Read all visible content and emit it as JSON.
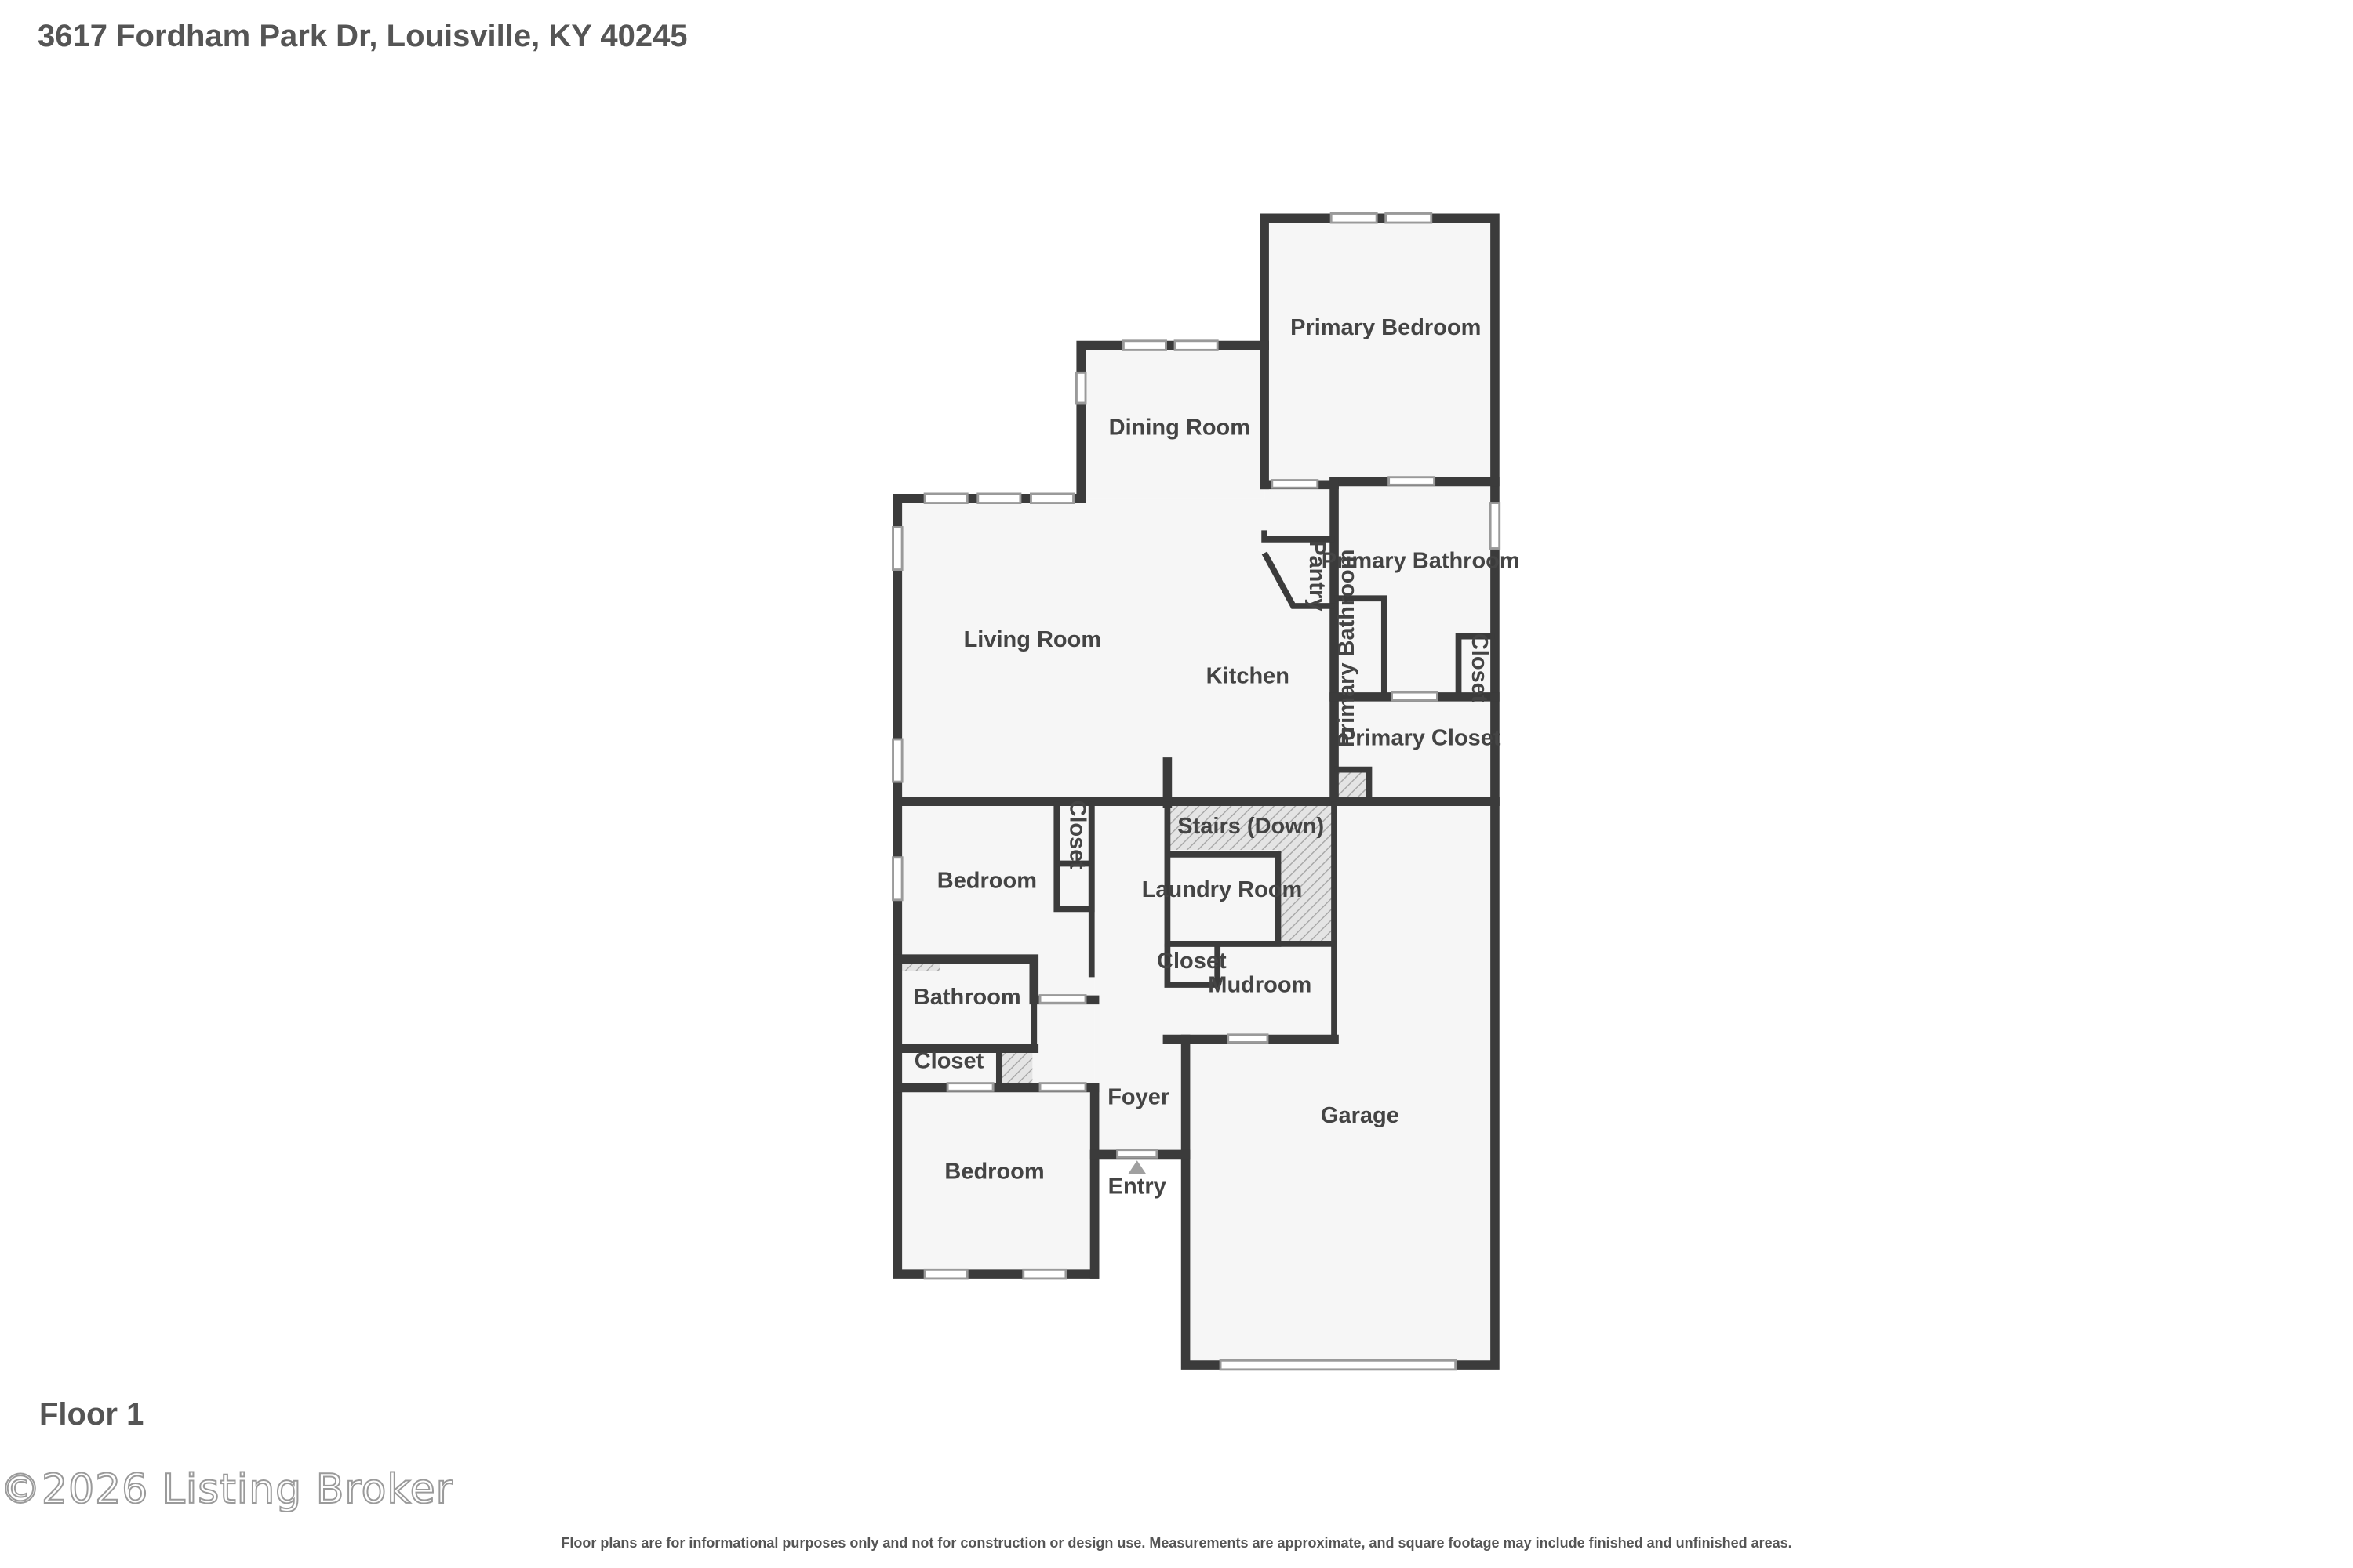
{
  "header": {
    "address": "3617 Fordham Park Dr, Louisville, KY 40245"
  },
  "floor_label": "Floor 1",
  "rooms": {
    "primary_bedroom": "Primary Bedroom",
    "dining_room": "Dining Room",
    "primary_bathroom": "Primary Bathroom",
    "pantry": "Pantry",
    "living_room": "Living Room",
    "kitchen": "Kitchen",
    "primary_bathroom_2": "Primary Bathroom",
    "closet_primary_bath": "Closet",
    "primary_closet": "Primary Closet",
    "stairs": "Stairs (Down)",
    "closet_bedroom_1": "Closet",
    "bedroom_1": "Bedroom",
    "laundry_room": "Laundry Room",
    "closet_mudroom": "Closet",
    "mudroom": "Mudroom",
    "bathroom": "Bathroom",
    "closet_hall": "Closet",
    "foyer": "Foyer",
    "garage": "Garage",
    "bedroom_2": "Bedroom",
    "entry": "Entry"
  },
  "watermark": "©2026 Listing Broker",
  "disclaimer": "Floor plans are for informational purposes only and not for construction or design use. Measurements are approximate, and square footage may include finished and unfinished areas."
}
